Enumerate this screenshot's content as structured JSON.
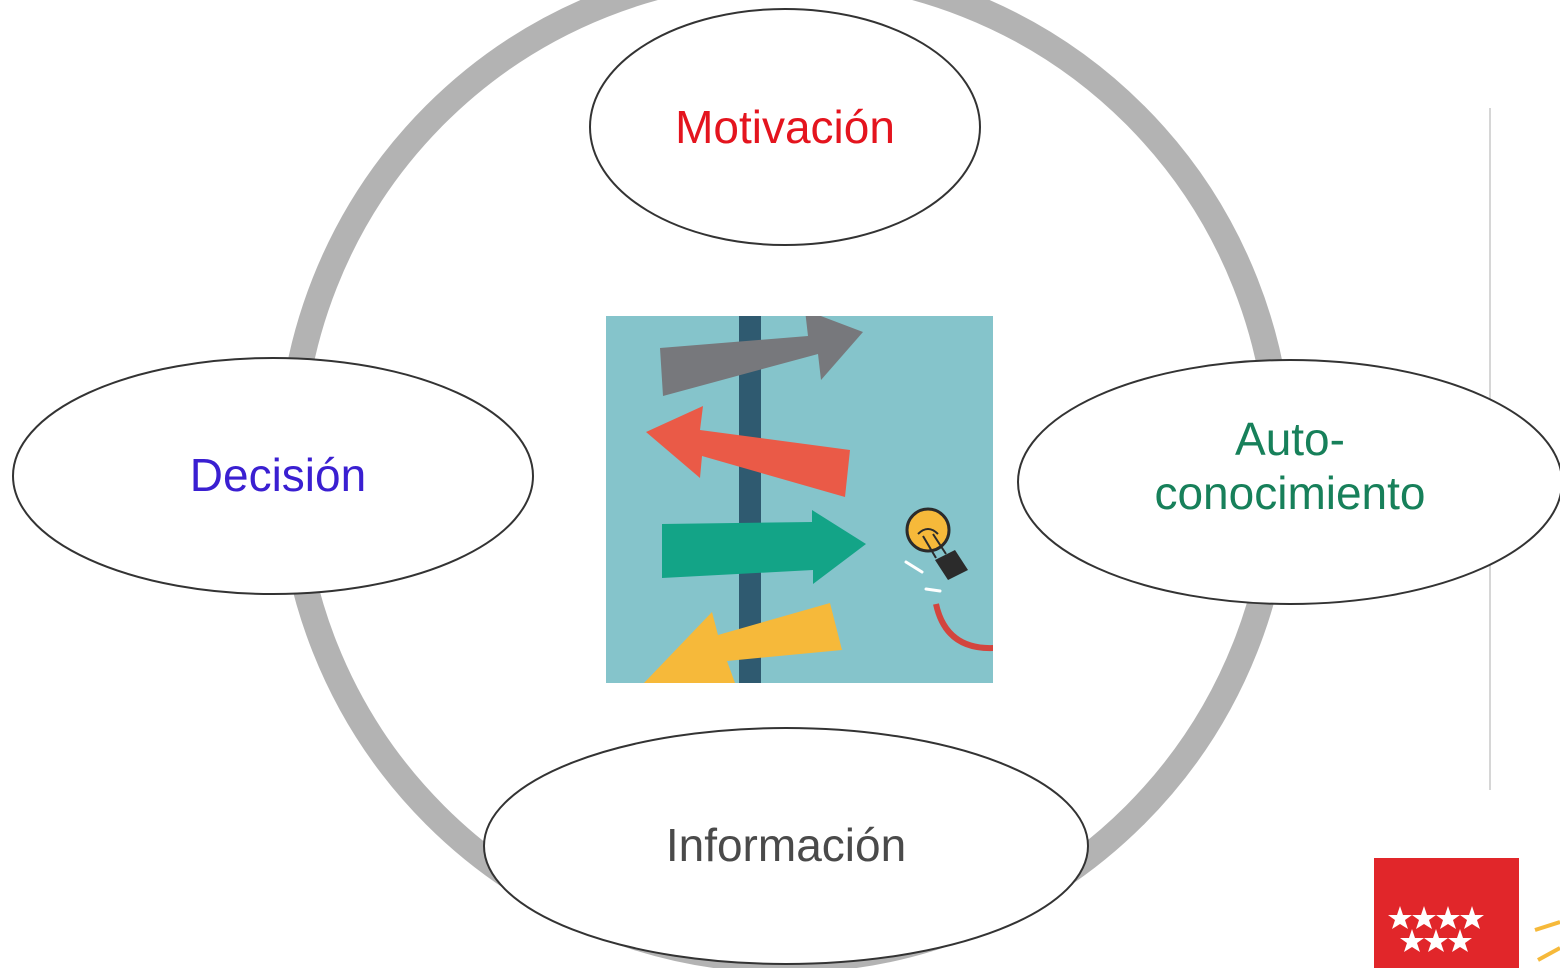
{
  "diagram": {
    "nodes": {
      "top": {
        "label": "Motivación",
        "color": "#e4141e"
      },
      "left": {
        "label": "Decisión",
        "color": "#3a1fd1"
      },
      "right": {
        "label_line1": "Auto-",
        "label_line2": "conocimiento",
        "color": "#17805a"
      },
      "bottom": {
        "label": "Información",
        "color": "#4a4a4a"
      }
    },
    "ring_color": "#b3b3b3",
    "center_image": {
      "background": "#85c4cb",
      "post_color": "#2f5a70",
      "arrow_colors": [
        "#77787c",
        "#ea5a47",
        "#13a487",
        "#f6b93a"
      ],
      "bulb_color": "#f6b93a",
      "cord_color": "#d3453e"
    },
    "logo": {
      "background": "#e1262a",
      "star_color": "#ffffff",
      "accent_color": "#f6b93a"
    }
  }
}
